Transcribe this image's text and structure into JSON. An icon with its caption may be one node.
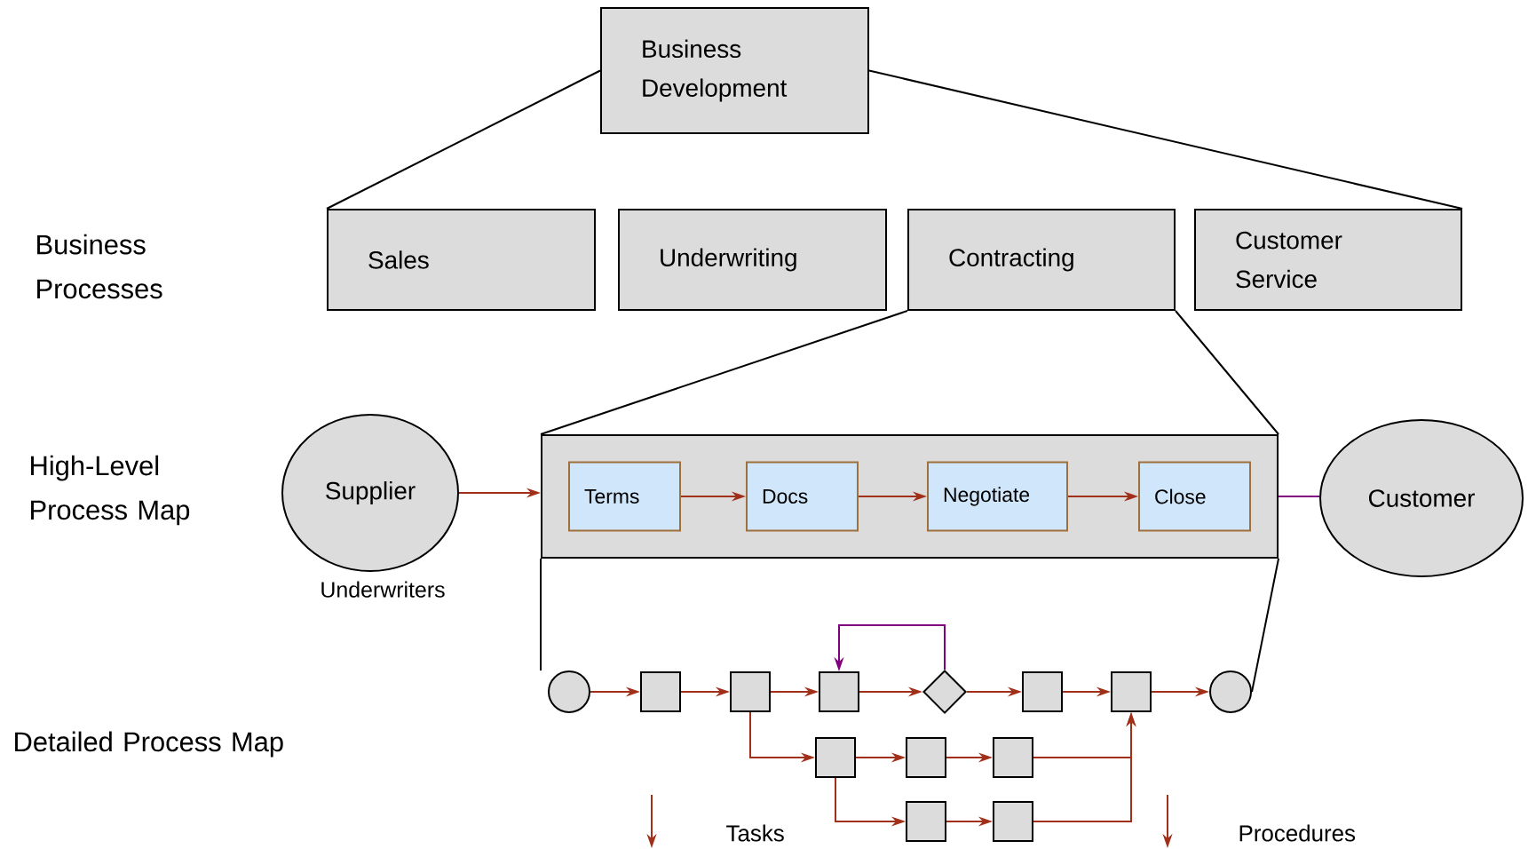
{
  "diagram": {
    "nodes": [
      {
        "text": [
          "Business Development"
        ]
      },
      {
        "text": [
          "Sales"
        ]
      },
      {
        "text": [
          "Underwriting"
        ]
      },
      {
        "text": [
          "Contracting"
        ]
      },
      {
        "text": [
          "Customer Service"
        ]
      },
      {
        "text": [
          "Supplier"
        ],
        "beside": [
          "Underwriters"
        ]
      },
      {
        "text": [],
        "shape": "box"
      },
      {
        "text": [
          "Terms"
        ],
        "in": 6
      },
      {
        "text": [
          "Docs"
        ],
        "in": 6
      },
      {
        "text": [
          "Negotiate"
        ],
        "in": 6
      },
      {
        "text": [
          "Close"
        ],
        "in": 6
      },
      {
        "text": [
          "Customer"
        ]
      },
      {
        "text": [],
        "shape": "circle"
      },
      {
        "text": [],
        "shape": "box"
      },
      {
        "text": [],
        "shape": "box"
      },
      {
        "text": [],
        "shape": "box"
      },
      {
        "text": [],
        "shape": "diamond"
      },
      {
        "text": [],
        "shape": "box"
      },
      {
        "text": [],
        "shape": "box"
      },
      {
        "text": [],
        "shape": "circle"
      },
      {
        "text": [],
        "shape": "box"
      },
      {
        "text": [],
        "shape": "box"
      },
      {
        "text": [],
        "shape": "box"
      },
      {
        "text": [],
        "shape": "box"
      },
      {
        "text": [],
        "shape": "box"
      }
    ],
    "edges": [
      {
        "from": 0,
        "to": 1,
        "arrow": "none",
        "color": "#000000"
      },
      {
        "from": 0,
        "to": 4,
        "arrow": "none",
        "color": "#000000"
      },
      {
        "from": 3,
        "to": 6,
        "arrow": "none",
        "color": "#000000"
      },
      {
        "from": 5,
        "to": 6,
        "arrow": "to"
      },
      {
        "from": 7,
        "to": 8,
        "arrow": "to"
      },
      {
        "from": 8,
        "to": 9,
        "arrow": "to"
      },
      {
        "from": 9,
        "to": 10,
        "arrow": "to"
      },
      {
        "from": 6,
        "to": 11,
        "arrow": "none",
        "color": "#800080"
      },
      {
        "from": 12,
        "to": 13,
        "arrow": "to"
      },
      {
        "from": 13,
        "to": 14,
        "arrow": "to"
      },
      {
        "from": 14,
        "to": 15,
        "arrow": "to"
      },
      {
        "from": 15,
        "to": 16,
        "arrow": "to"
      },
      {
        "from": 16,
        "to": 17,
        "arrow": "to"
      },
      {
        "from": 17,
        "to": 18,
        "arrow": "to"
      },
      {
        "from": 18,
        "to": 19,
        "arrow": "to"
      },
      {
        "from": 16,
        "to": 15,
        "arrow": "to",
        "color": "#800080"
      },
      {
        "from": 14,
        "to": 20,
        "arrow": "to"
      },
      {
        "from": 20,
        "to": 21,
        "arrow": "to"
      },
      {
        "from": 21,
        "to": 22,
        "arrow": "to"
      },
      {
        "from": 22,
        "to": 18,
        "arrow": "to"
      },
      {
        "from": 20,
        "to": 23,
        "arrow": "to"
      },
      {
        "from": 23,
        "to": 24,
        "arrow": "to"
      },
      {
        "from": 24,
        "to": 18,
        "arrow": "to"
      },
      {
        "from": 6,
        "to": 12,
        "arrow": "none",
        "color": "#000000"
      },
      {
        "from": 6,
        "to": 19,
        "arrow": "none",
        "color": "#000000"
      }
    ],
    "labels": [
      "Business Processes",
      "High-Level Process Map",
      "Detailed Process Map"
    ],
    "legend": [
      {
        "text": "Tasks"
      },
      {
        "text": "Procedures"
      }
    ]
  }
}
